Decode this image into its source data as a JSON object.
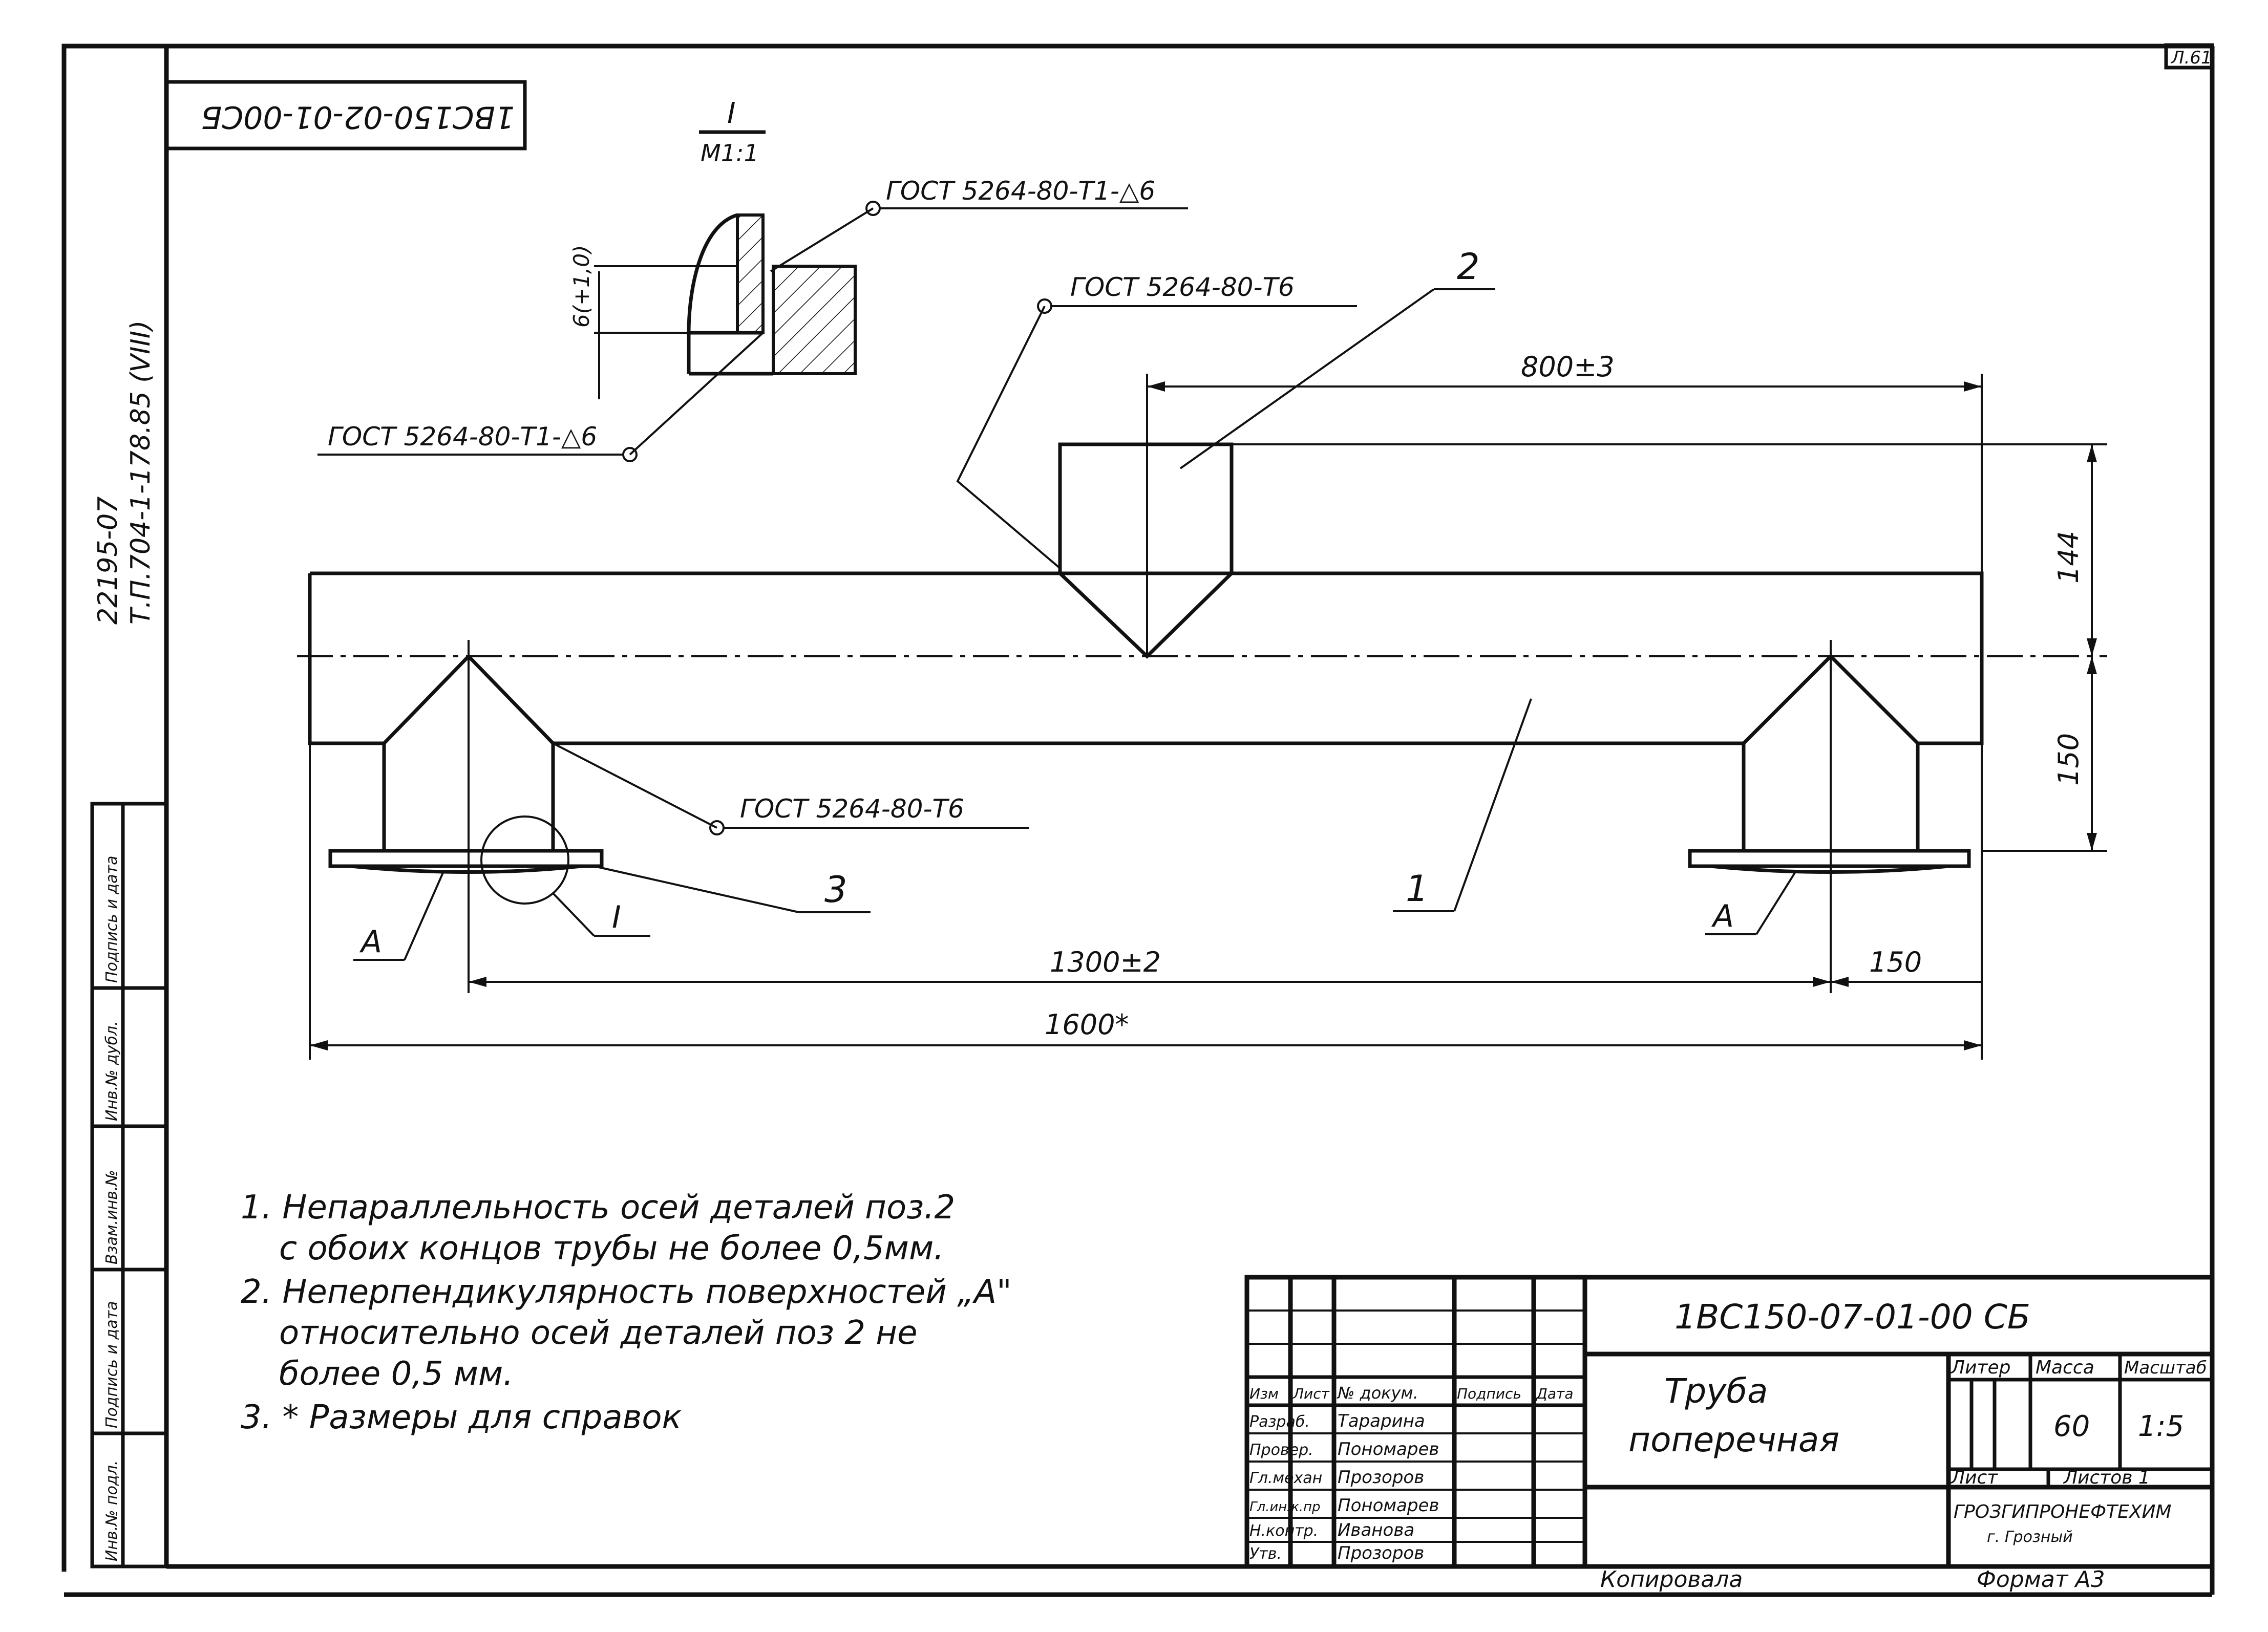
{
  "sheet": {
    "sheet_mark": "Л.61",
    "top_stamp": "1ВС150-02-01-00СБ",
    "side_codes": [
      "22195-07",
      "Т.П.704-1-178.85 (VIII)"
    ]
  },
  "detail": {
    "view_label": "I",
    "scale": "М1:1",
    "dim_gap": "6(+1,0)"
  },
  "welds": {
    "w_top": "ГОСТ 5264-80-Т1-△6",
    "w_left": "ГОСТ 5264-80-Т1-△6",
    "w_mid": "ГОСТ 5264-80-Т6",
    "w_low": "ГОСТ 5264-80-Т6"
  },
  "positions": {
    "p1": "1",
    "p2": "2",
    "p3": "3",
    "surfA1": "А",
    "surfA2": "А",
    "detail_ref": "I"
  },
  "dims": {
    "d800": "800±3",
    "d144": "144",
    "d150v": "150",
    "d1300": "1300±2",
    "d150h": "150",
    "d1600": "1600*"
  },
  "notes": [
    "1. Непараллельность осей деталей поз.2",
    "с обоих концов трубы не более 0,5мм.",
    "2. Неперпендикулярность поверхностей „А\"",
    "относительно осей деталей поз 2 не",
    "более 0,5 мм.",
    "3. * Размеры для справок"
  ],
  "side_strip": [
    "Инв.№ подл.",
    "Подпись и дата",
    "Взам.инв.№",
    "Инв.№ дубл.",
    "Подпись и дата"
  ],
  "title_block": {
    "doc_code": "1ВС150-07-01-00 СБ",
    "name_line1": "Труба",
    "name_line2": "поперечная",
    "hdr_izm": "Изм",
    "hdr_list": "Лист",
    "hdr_doc": "№ докум.",
    "hdr_sign": "Подпись",
    "hdr_date": "Дата",
    "roles": [
      {
        "role": "Разраб.",
        "name": "Тарарина"
      },
      {
        "role": "Провер.",
        "name": "Пономарев"
      },
      {
        "role": "Гл.механ",
        "name": "Прозоров"
      },
      {
        "role": "Гл.инж.пр",
        "name": "Пономарев"
      },
      {
        "role": "Н.контр.",
        "name": "Иванова"
      },
      {
        "role": "Утв.",
        "name": "Прозоров"
      }
    ],
    "litera_label": "Литер",
    "mass_label": "Масса",
    "scale_label": "Масштаб",
    "mass": "60",
    "scale": "1:5",
    "sheet_label": "Лист",
    "sheets_label": "Листов 1",
    "org": "ГРОЗГИПРОНЕФТЕХИМ",
    "city": "г. Грозный",
    "copied": "Копировала",
    "format": "Формат А3"
  }
}
